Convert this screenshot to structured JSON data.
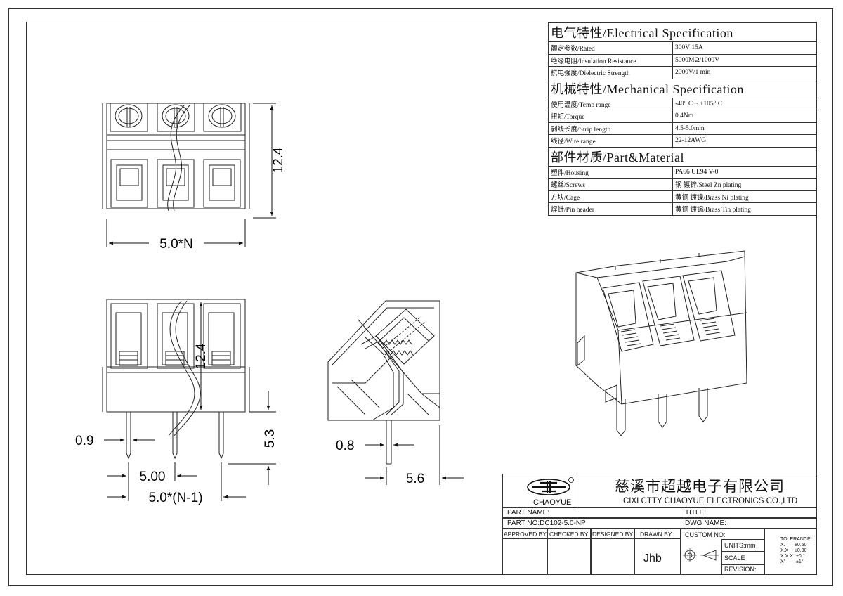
{
  "spec": {
    "electrical_title": "电气特性/Electrical Specification",
    "electrical_rows": [
      {
        "label": "额定参数/Rated",
        "value": "300V  15A"
      },
      {
        "label": "绝缘电阻/Insulation Resistance",
        "value": "5000MΩ/1000V"
      },
      {
        "label": "抗电强度/Dielectric Strength",
        "value": "2000V/1 min"
      }
    ],
    "mechanical_title": "机械特性/Mechanical Specification",
    "mechanical_rows": [
      {
        "label": "使用温度/Temp range",
        "value": "-40° C ~ +105° C"
      },
      {
        "label": "扭矩/Torque",
        "value": "0.4Nm"
      },
      {
        "label": "剥线长度/Strip length",
        "value": "4.5-5.0mm"
      },
      {
        "label": "线径/Wire range",
        "value": "22-12AWG"
      }
    ],
    "material_title": "部件材质/Part&Material",
    "material_rows": [
      {
        "label": "塑件/Housing",
        "value": "PA66 UL94 V-0"
      },
      {
        "label": "螺丝/Screws",
        "value": "钢 镀锌/Steel Zn plating"
      },
      {
        "label": "方块/Cage",
        "value": "黄铜 镀镍/Brass Ni plating"
      },
      {
        "label": "焊针/Pin header",
        "value": "黄铜 镀锡/Brass Tin plating"
      }
    ]
  },
  "dims": {
    "top_height": "12.4",
    "top_width": "5.0*N",
    "front_height": "12.4",
    "pin_length": "5.3",
    "pin_width": "0.9",
    "pitch": "5.00",
    "overall": "5.0*(N-1)",
    "side_pin": "0.8",
    "side_depth": "5.6"
  },
  "titleblock": {
    "logo_name": "CHAOYUE",
    "company_cn": "慈溪市超越电子有限公司",
    "company_en": "CIXI CTTY CHAOYUE ELECTRONICS CO.,LTD",
    "part_name_label": "PART NAME:",
    "title_label": "TITLE:",
    "part_no": "PART NO:DC102-5.0-NP",
    "dwg_name_label": "DWG NAME:",
    "approved_by": "APPROVED BY",
    "checked_by": "CHECKED BY",
    "designed_by": "DESIGNED BY",
    "drawn_by": "DRAWN BY",
    "drawn_sig": "Jhb",
    "custom_no": "CUSTOM NO:",
    "units": "UNITS:mm",
    "scale": "SCALE",
    "revision": "REVISION:",
    "tolerance_title": "TOLERANCE",
    "tolerance_rows": [
      {
        "k": "X.",
        "v": "±0.50"
      },
      {
        "k": "X.X",
        "v": "±0.30"
      },
      {
        "k": "X.X.X",
        "v": "±0.1"
      },
      {
        "k": "X°",
        "v": "±1°"
      }
    ]
  }
}
